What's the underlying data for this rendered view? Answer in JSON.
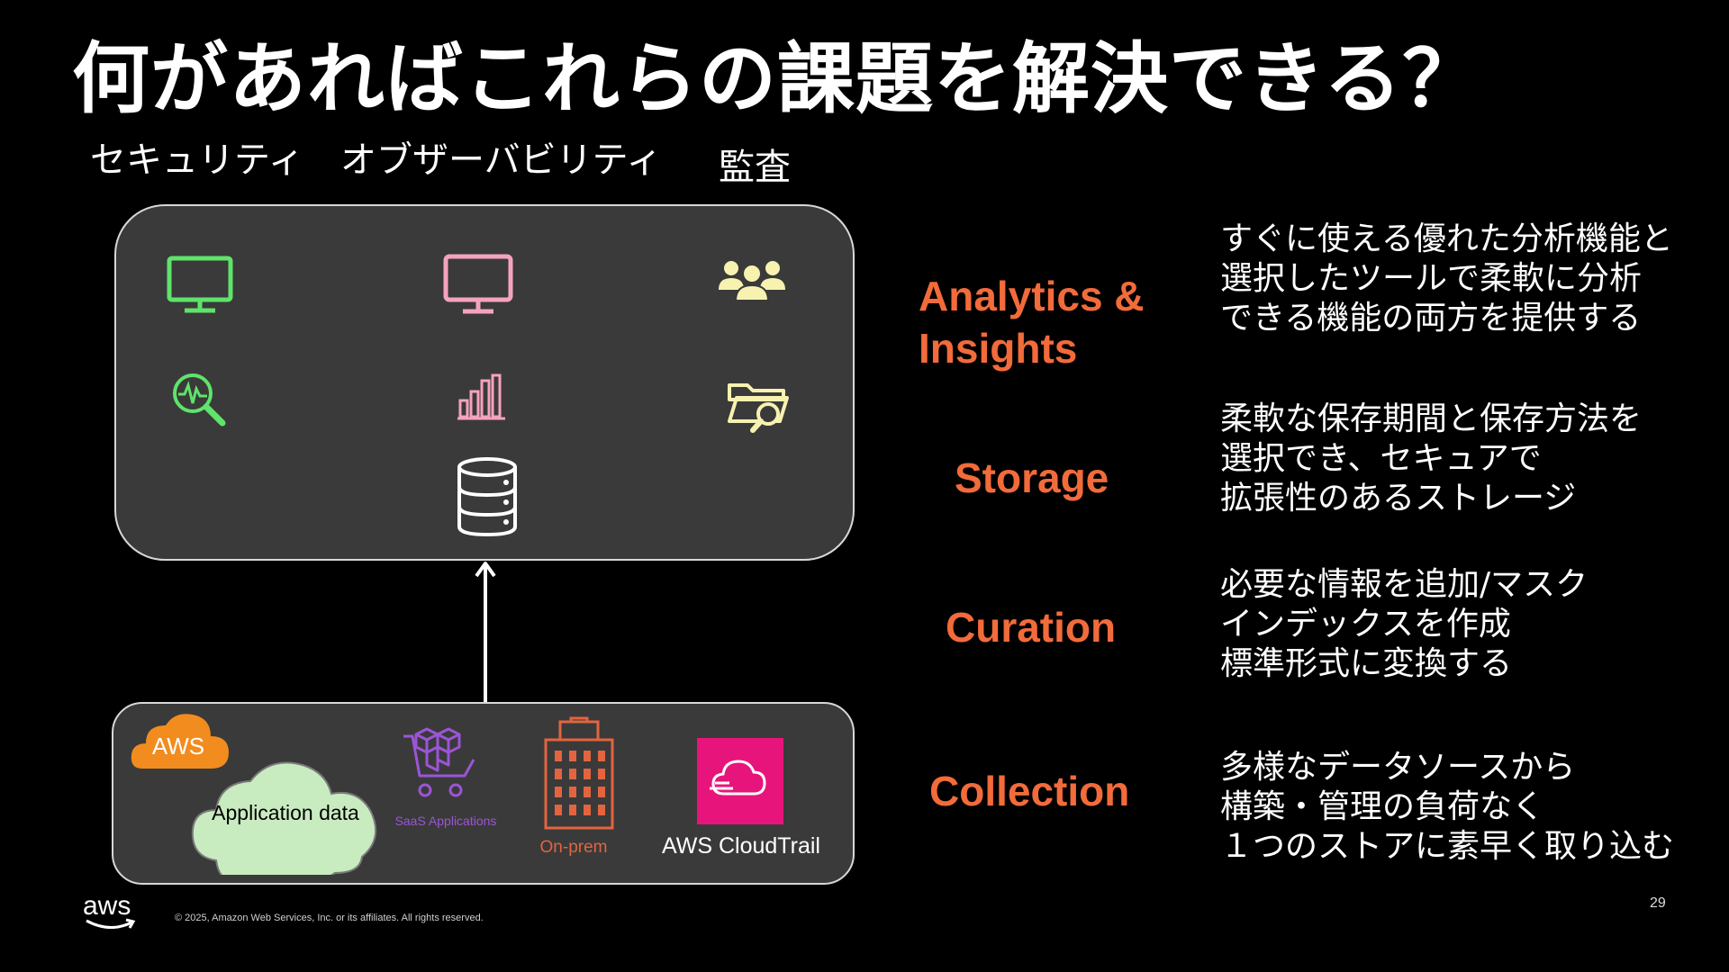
{
  "title": "何があればこれらの課題を解決できる？",
  "categories": {
    "security": "セキュリティ",
    "observability": "オブザーバビリティ",
    "audit": "監査"
  },
  "colors": {
    "security_green": "#5fe36b",
    "observability_pink": "#f5a3bd",
    "audit_yellow": "#f7f2b0",
    "stage_orange": "#f26b3a",
    "aws_orange": "#f28c1e",
    "saas_purple": "#9b55d6",
    "onprem_orange": "#e3643f",
    "cloudtrail_pink": "#e7157b"
  },
  "icons": {
    "security_top": "monitor-icon",
    "security_bottom": "search-waveform-icon",
    "observability_top": "monitor-icon",
    "observability_bottom": "bar-chart-icon",
    "audit_top": "users-group-icon",
    "audit_bottom": "folder-search-icon",
    "storage": "database-icon",
    "saas": "shopping-cart-blocks-icon",
    "onprem": "building-icon",
    "cloudtrail": "cloudtrail-icon"
  },
  "stages": [
    {
      "label": "Analytics & Insights",
      "lines": [
        "Analytics &",
        "Insights"
      ],
      "description": [
        "すぐに使える優れた分析機能と",
        "選択したツールで柔軟に分析",
        "できる機能の両方を提供する"
      ]
    },
    {
      "label": "Storage",
      "lines": [
        "Storage"
      ],
      "description": [
        "柔軟な保存期間と保存方法を",
        "選択でき、セキュアで",
        "拡張性のあるストレージ"
      ]
    },
    {
      "label": "Curation",
      "lines": [
        "Curation"
      ],
      "description": [
        "必要な情報を追加/マスク",
        "インデックスを作成",
        "標準形式に変換する"
      ]
    },
    {
      "label": "Collection",
      "lines": [
        "Collection"
      ],
      "description": [
        "多様なデータソースから",
        "構築・管理の負荷なく",
        "１つのストアに素早く取り込む"
      ]
    }
  ],
  "sources": {
    "aws": "AWS",
    "app_data": "Application data",
    "saas": "SaaS Applications",
    "onprem": "On-prem",
    "cloudtrail": "AWS CloudTrail"
  },
  "footer": {
    "logo": "aws",
    "copyright": "© 2025, Amazon Web Services, Inc. or its affiliates. All rights reserved.",
    "page": "29"
  }
}
